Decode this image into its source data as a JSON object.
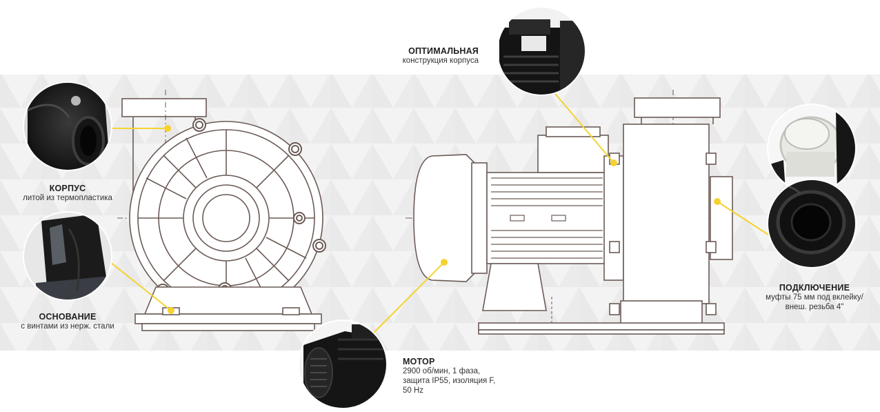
{
  "colors": {
    "accent": "#f5d230",
    "line": "#6a5a55",
    "band": "#efefef"
  },
  "callouts": {
    "housing": {
      "title": "КОРПУС",
      "desc": [
        "литой из термопластика"
      ]
    },
    "base": {
      "title": "ОСНОВАНИЕ",
      "desc": [
        "с винтами из нерж. стали"
      ]
    },
    "design": {
      "title": "ОПТИМАЛЬНАЯ",
      "desc": [
        "конструкция корпуса"
      ]
    },
    "connection": {
      "title": "ПОДКЛЮЧЕНИЕ",
      "desc": [
        "муфты 75 мм под вклейку/",
        "внеш. резьба 4\""
      ]
    },
    "motor": {
      "title": "МОТОР",
      "desc": [
        "2900 об/мин, 1 фаза,",
        "защита IP55, изоляция F,",
        "50 Hz"
      ]
    }
  }
}
